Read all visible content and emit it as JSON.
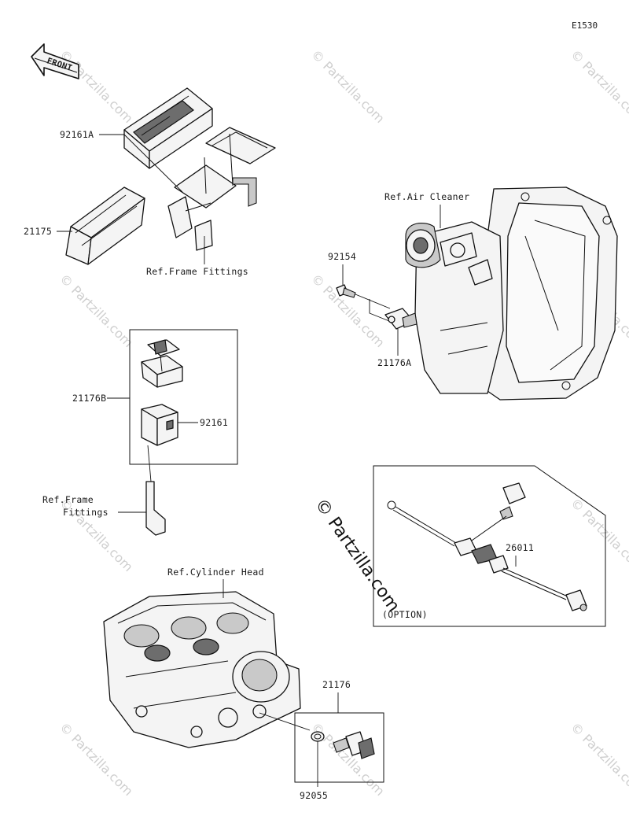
{
  "diagram_code": "E1530",
  "front_label": "FRONT",
  "watermark_text": "© Partzilla.com",
  "labels": {
    "p92161A": "92161A",
    "p21175": "21175",
    "ref_frame_fittings_top": "Ref.Frame Fittings",
    "p21176B": "21176B",
    "p92161": "92161",
    "ref_frame_fittings_left_1": "Ref.Frame",
    "ref_frame_fittings_left_2": "Fittings",
    "ref_air_cleaner": "Ref.Air Cleaner",
    "p92154": "92154",
    "p21176A": "21176A",
    "p26011": "26011",
    "option": "(OPTION)",
    "ref_cylinder_head": "Ref.Cylinder Head",
    "p21176": "21176",
    "p92055": "92055"
  },
  "colors": {
    "line": "#111111",
    "watermark": "#cfcfcf"
  }
}
